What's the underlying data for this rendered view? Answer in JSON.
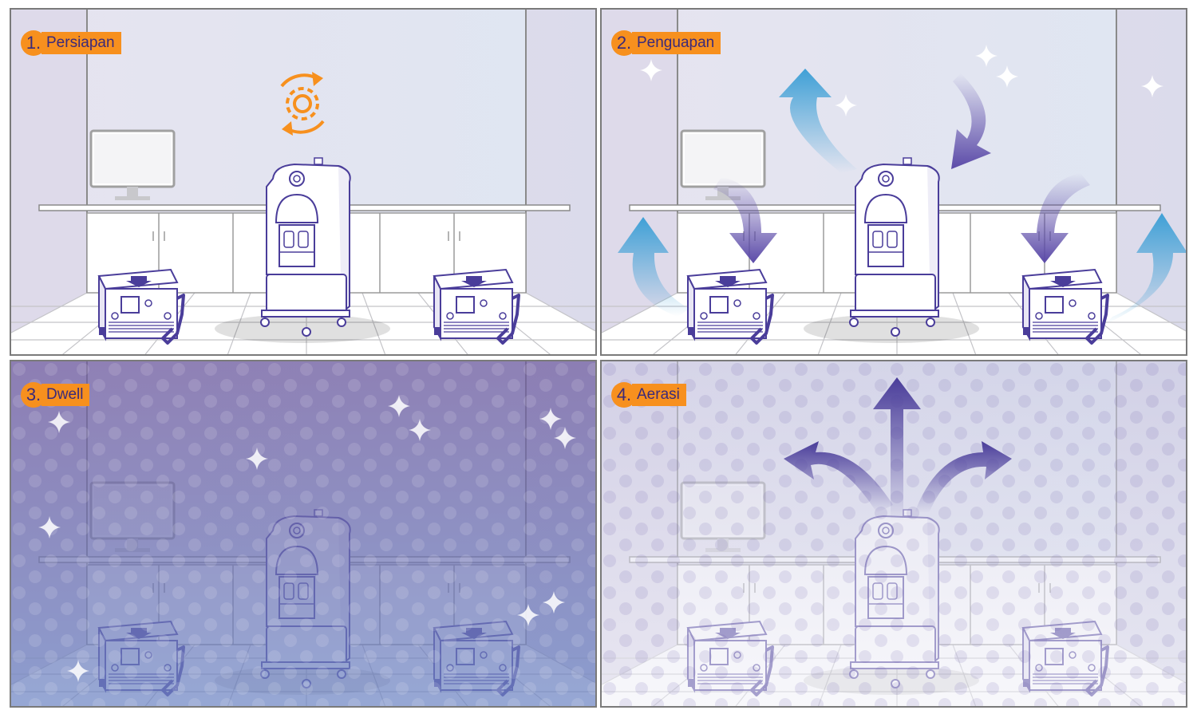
{
  "steps": [
    {
      "number": "1.",
      "label": "Persiapan"
    },
    {
      "number": "2.",
      "label": "Penguapan"
    },
    {
      "number": "3.",
      "label": "Dwell"
    },
    {
      "number": "4.",
      "label": "Aerasi"
    }
  ],
  "colors": {
    "accent": "#f7901e",
    "label_text": "#3b2a7a",
    "device_outline": "#4a3d9a",
    "vapor_arrow_in": "#5b4aa8",
    "vapor_arrow_out": "#3fa0d6",
    "dwell_fill": "#6a5ba8"
  },
  "icons": [
    "gear-rotate-icon",
    "sparkle-icon",
    "airflow-arrow-icon"
  ]
}
